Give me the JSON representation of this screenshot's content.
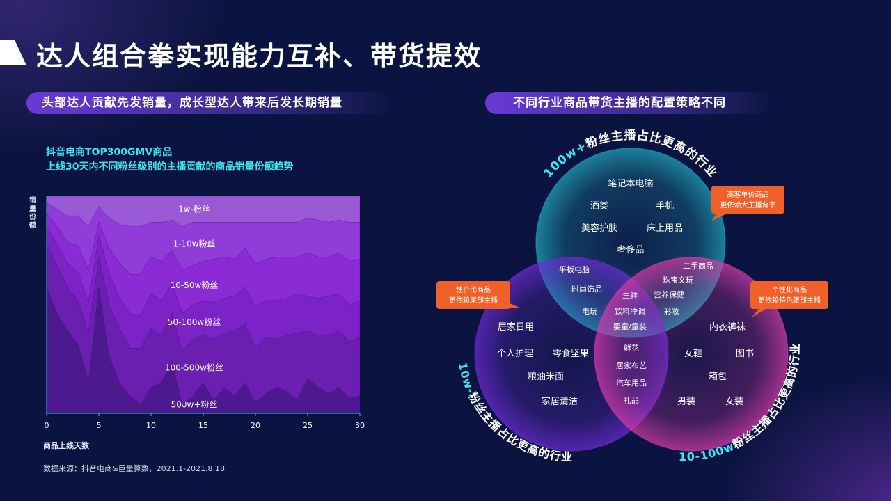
{
  "title": "达人组合拳实现能力互补、带货提效",
  "left_section": {
    "heading": "头部达人贡献先发销量，成长型达人带来后发长期销量",
    "chart_title_1": "抖音电商TOP300GMV商品",
    "chart_title_2": "上线30天内不同粉丝级别的主播贡献的商品销量份额趋势",
    "source": "数据来源：抖音电商&巨量算数，2021.1-2021.8.18"
  },
  "right_section": {
    "heading": "不同行业商品带货主播的配置策略不同"
  },
  "chart_data": {
    "type": "area",
    "stacked": true,
    "xlabel": "商品上线天数",
    "ylabel": "销量份额",
    "xlim": [
      0,
      30
    ],
    "ylim": [
      0,
      1
    ],
    "xticks": [
      0,
      5,
      10,
      15,
      20,
      25,
      30
    ],
    "grid": false,
    "x": [
      0,
      1,
      2,
      3,
      4,
      5,
      6,
      7,
      8,
      9,
      10,
      11,
      12,
      13,
      14,
      15,
      16,
      17,
      18,
      19,
      20,
      21,
      22,
      23,
      24,
      25,
      26,
      27,
      28,
      29,
      30
    ],
    "series": [
      {
        "name": "500w+粉丝",
        "color": "#4c1a8e",
        "values": [
          0.58,
          0.46,
          0.38,
          0.32,
          0.15,
          0.58,
          0.26,
          0.14,
          0.08,
          0.04,
          0.12,
          0.14,
          0.24,
          0.04,
          0.08,
          0.14,
          0.06,
          0.12,
          0.08,
          0.14,
          0.05,
          0.09,
          0.12,
          0.1,
          0.06,
          0.16,
          0.12,
          0.09,
          0.12,
          0.07,
          0.08
        ]
      },
      {
        "name": "100-500w粉丝",
        "color": "#6a1fb0",
        "values": [
          0.2,
          0.22,
          0.2,
          0.2,
          0.22,
          0.14,
          0.24,
          0.25,
          0.22,
          0.26,
          0.27,
          0.22,
          0.22,
          0.25,
          0.26,
          0.22,
          0.28,
          0.25,
          0.3,
          0.27,
          0.25,
          0.26,
          0.22,
          0.26,
          0.31,
          0.22,
          0.24,
          0.27,
          0.26,
          0.26,
          0.27
        ]
      },
      {
        "name": "50-100w粉丝",
        "color": "#7b23c6",
        "values": [
          0.08,
          0.1,
          0.11,
          0.13,
          0.14,
          0.1,
          0.14,
          0.14,
          0.16,
          0.15,
          0.16,
          0.16,
          0.14,
          0.17,
          0.16,
          0.16,
          0.17,
          0.16,
          0.16,
          0.17,
          0.19,
          0.17,
          0.18,
          0.17,
          0.18,
          0.16,
          0.17,
          0.18,
          0.17,
          0.17,
          0.17
        ]
      },
      {
        "name": "10-50w粉丝",
        "color": "#8a2bd6",
        "values": [
          0.06,
          0.08,
          0.1,
          0.12,
          0.15,
          0.06,
          0.12,
          0.16,
          0.18,
          0.19,
          0.17,
          0.18,
          0.15,
          0.2,
          0.18,
          0.18,
          0.2,
          0.19,
          0.17,
          0.18,
          0.2,
          0.19,
          0.2,
          0.19,
          0.17,
          0.2,
          0.19,
          0.18,
          0.19,
          0.2,
          0.19
        ]
      },
      {
        "name": "1-10w粉丝",
        "color": "#8f3cd8",
        "values": [
          0.05,
          0.08,
          0.12,
          0.14,
          0.2,
          0.07,
          0.14,
          0.18,
          0.22,
          0.22,
          0.16,
          0.18,
          0.14,
          0.2,
          0.2,
          0.18,
          0.17,
          0.16,
          0.17,
          0.12,
          0.19,
          0.17,
          0.16,
          0.16,
          0.16,
          0.16,
          0.17,
          0.16,
          0.15,
          0.18,
          0.17
        ]
      },
      {
        "name": "1w-粉丝",
        "color": "#9a5ad8",
        "values": [
          0.03,
          0.06,
          0.09,
          0.09,
          0.14,
          0.05,
          0.1,
          0.13,
          0.14,
          0.14,
          0.12,
          0.12,
          0.11,
          0.14,
          0.12,
          0.12,
          0.12,
          0.12,
          0.12,
          0.12,
          0.12,
          0.12,
          0.12,
          0.12,
          0.12,
          0.1,
          0.11,
          0.12,
          0.11,
          0.12,
          0.12
        ]
      }
    ]
  },
  "venn": {
    "circles": [
      {
        "id": "top",
        "label": "100w+粉丝主播占比更高的行业",
        "color": "#1fa4b8"
      },
      {
        "id": "left",
        "label": "10w-粉丝主播占比更高的行业",
        "color": "#6a2bd0"
      },
      {
        "id": "right",
        "label": "10-100w粉丝主播占比更高的行业",
        "color": "#d23aa8"
      }
    ],
    "top_only": [
      "笔记本电脑",
      "酒类",
      "手机",
      "美容护肤",
      "床上用品",
      "奢侈品"
    ],
    "top_left": [
      "平板电脑",
      "时尚饰品",
      "电玩"
    ],
    "top_right": [
      "二手商品",
      "珠宝文玩",
      "营养保健",
      "彩妆"
    ],
    "center": [
      "生鲜",
      "饮料冲调",
      "婴童/童装"
    ],
    "left_right": [
      "鲜花",
      "居家布艺",
      "汽车用品",
      "礼品"
    ],
    "left_only": [
      "居家日用",
      "个人护理",
      "零食坚果",
      "粮油米面",
      "家居清洁"
    ],
    "right_only": [
      "内衣裤袜",
      "女鞋",
      "图书",
      "箱包",
      "男装",
      "女装"
    ],
    "callouts": [
      {
        "id": "top",
        "lines": [
          "高客单价商品",
          "更依赖大主播背书"
        ]
      },
      {
        "id": "left",
        "lines": [
          "性价比商品",
          "更依赖尾部主播"
        ]
      },
      {
        "id": "right",
        "lines": [
          "个性化商品",
          "更依赖特色腰部主播"
        ]
      }
    ],
    "callout_color": "#f0612a"
  }
}
